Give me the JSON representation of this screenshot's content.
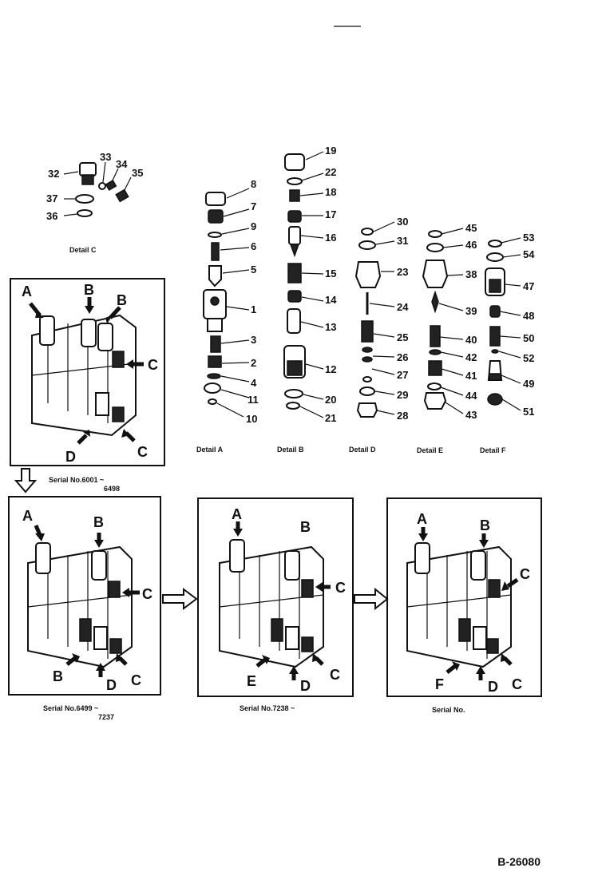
{
  "parts": {
    "p32": "32",
    "p33": "33",
    "p34": "34",
    "p35": "35",
    "p37": "37",
    "p36": "36",
    "p8": "8",
    "p7": "7",
    "p9": "9",
    "p6": "6",
    "p5": "5",
    "p1": "1",
    "p3": "3",
    "p2": "2",
    "p4": "4",
    "p11": "11",
    "p10": "10",
    "p19": "19",
    "p22": "22",
    "p18": "18",
    "p17": "17",
    "p16": "16",
    "p15": "15",
    "p14": "14",
    "p13": "13",
    "p12": "12",
    "p20": "20",
    "p21": "21",
    "p30": "30",
    "p31": "31",
    "p23": "23",
    "p24": "24",
    "p25": "25",
    "p26": "26",
    "p27": "27",
    "p29": "29",
    "p28": "28",
    "p45": "45",
    "p46": "46",
    "p38": "38",
    "p39": "39",
    "p40": "40",
    "p42": "42",
    "p41": "41",
    "p44": "44",
    "p43": "43",
    "p53": "53",
    "p54": "54",
    "p47": "47",
    "p48": "48",
    "p50": "50",
    "p52": "52",
    "p49": "49",
    "p51": "51"
  },
  "details": {
    "c": "Detail C",
    "a": "Detail A",
    "b": "Detail B",
    "d": "Detail D",
    "e": "Detail E",
    "f": "Detail F"
  },
  "callouts": {
    "A": "A",
    "B": "B",
    "C": "C",
    "D": "D",
    "E": "E",
    "F": "F"
  },
  "serials": {
    "s1": "Serial No.6001 ~",
    "s1b": "6498",
    "s2": "Serial No.6499 ~",
    "s2b": "7237",
    "s3": "Serial No.7238 ~",
    "s4": "Serial No."
  },
  "figure_ref": "B-26080"
}
